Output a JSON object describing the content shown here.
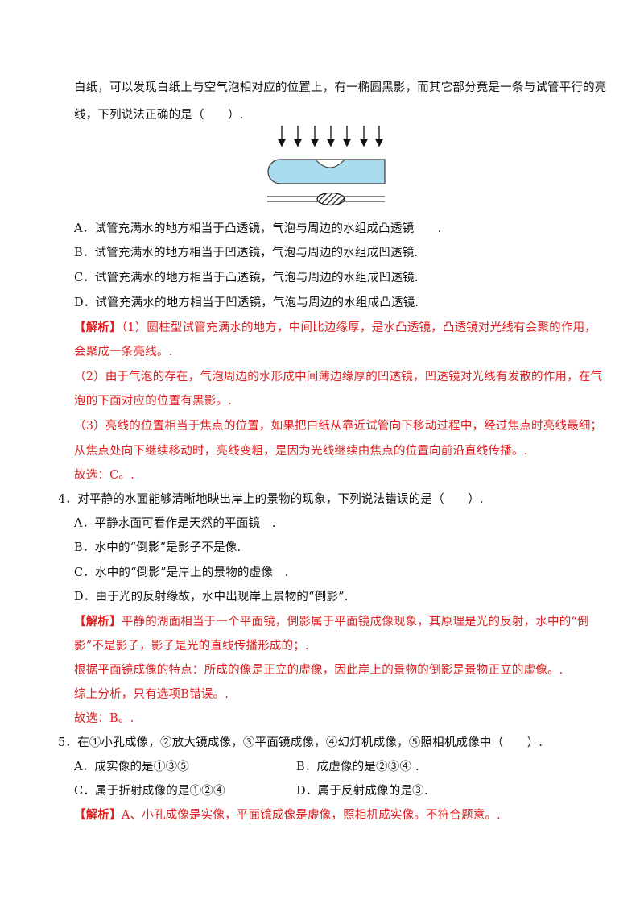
{
  "q3": {
    "stem_line1": "白纸，可以发现白纸上与空气泡相对应的位置上，有一椭圆黑影，而其它部分竟是一条与试管平行的亮",
    "stem_line2": "线，下列说法正确的是（　　）.",
    "options": [
      "A．试管充满水的地方相当于凸透镜，气泡与周边的水组成凸透镜　　.",
      "B．试管充满水的地方相当于凹透镜，气泡与周边的水组成凹透镜.",
      "C．试管充满水的地方相当于凸透镜，气泡与周边的水组成凹透镜.",
      "D．试管充满水的地方相当于凹透镜，气泡与周边的水组成凸透镜."
    ],
    "analysis_tag": "【解析】",
    "analysis": [
      "（1）圆柱型试管充满水的地方，中间比边缘厚，是水凸透镜，凸透镜对光线有会聚的作用，",
      "会聚成一条亮线。.",
      "（2）由于气泡的存在，气泡周边的水形成中间薄边缘厚的凹透镜，凹透镜对光线有发散的作用，在气",
      "泡的下面对应的位置有黑影。.",
      "（3）亮线的位置相当于焦点的位置，如果把白纸从靠近试管向下移动过程中，经过焦点时亮线最细；",
      "从焦点处向下继续移动时，亮线变粗，是因为光线继续由焦点的位置向前沿直线传播。.",
      "故选：C。."
    ]
  },
  "q4": {
    "stem": "4．对平静的水面能够清晰地映出岸上的景物的现象，下列说法错误的是（　　）.",
    "options": [
      "A．平静水面可看作是天然的平面镜　.",
      "B．水中的“倒影”是影子不是像.",
      "C．水中的“倒影”是岸上的景物的虚像　.",
      "D．由于光的反射缘故，水中出现岸上景物的“倒影”."
    ],
    "analysis_tag": "【解析】",
    "analysis_first": "平静的湖面相当于一个平面镜，倒影属于平面镜成像现象，其原理是光的反射，水中的“倒",
    "analysis": [
      "影”不是影子，影子是光的直线传播形成的；.",
      "根据平面镜成像的特点：所成的像是正立的虚像，因此岸上的景物的倒影是景物正立的虚像。.",
      "综上分析，只有选项B错误。.",
      "故选：B。."
    ]
  },
  "q5": {
    "stem": "5．在①小孔成像，②放大镜成像，③平面镜成像，④幻灯机成像，⑤照相机成像中（　　）.",
    "option_a": "A．成实像的是①③⑤",
    "option_b": "B．成虚像的是②③④ .",
    "option_c": "C．属于折射成像的是①②④",
    "option_d": "D．属于反射成像的是③.",
    "analysis_tag": "【解析】",
    "analysis_first": "A、小孔成像是实像，平面镜成像是虚像，照相机成实像。不符合题意。."
  },
  "colors": {
    "text": "#111111",
    "analysis": "#e02020",
    "water": "#a9dcef",
    "tube_edge": "#3a3a3a"
  }
}
